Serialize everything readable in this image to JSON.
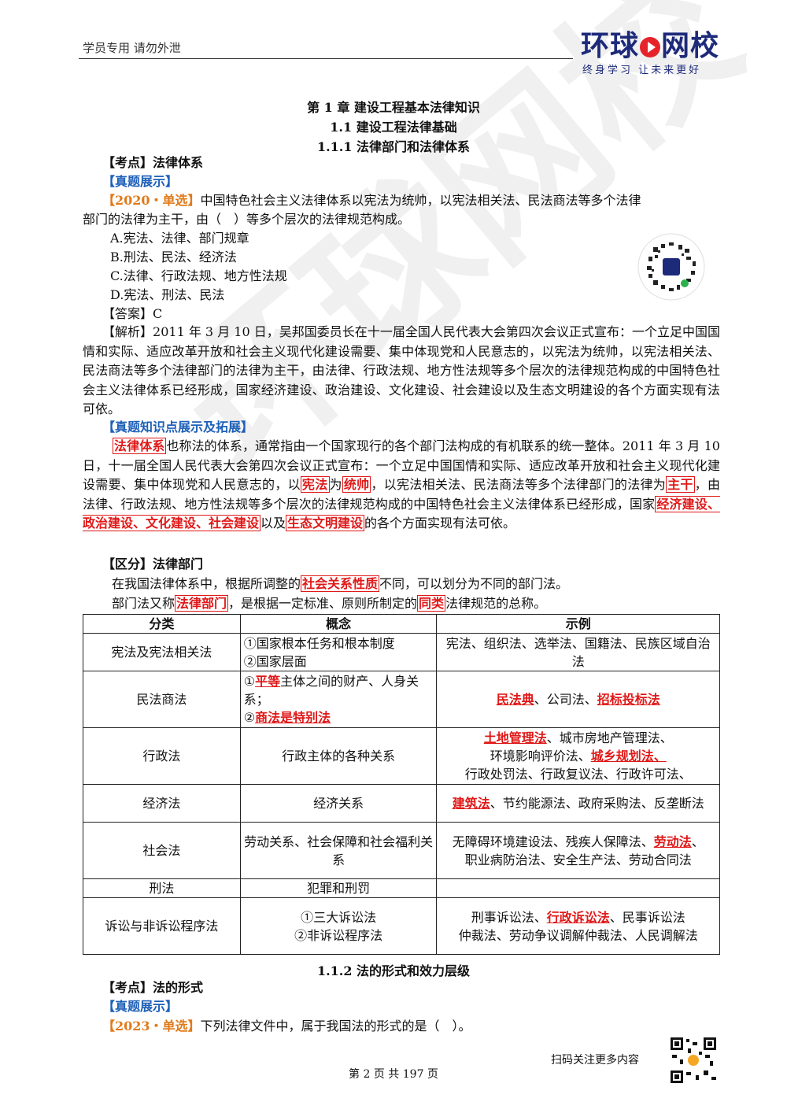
{
  "header": {
    "left_text": "学员专用 请勿外泄",
    "logo_main_a": "环球",
    "logo_main_b": "网校",
    "logo_sub": "终身学习 让未来更好"
  },
  "titles": {
    "chapter": "第 1 章 建设工程基本法律知识",
    "section": "1.1 建设工程法律基础",
    "subsection": "1.1.1 法律部门和法律体系",
    "subsection2": "1.1.2 法的形式和效力层级"
  },
  "kaodian1": {
    "bracket": "【考点】",
    "text": "法律体系"
  },
  "zhenti_label": "【真题展示】",
  "q1": {
    "tag": "【2020・单选】",
    "stem_line1": "中国特色社会主义法律体系以宪法为统帅，以宪法相关法、民法商法等多个法律",
    "stem_line2": "部门的法律为主干，由（　）等多个层次的法律规范构成。",
    "options": [
      "A.宪法、法律、部门规章",
      "B.刑法、民法、经济法",
      "C.法律、行政法规、地方性法规",
      "D.宪法、刑法、民法"
    ],
    "answer": "【答案】C",
    "analysis": "【解析】2011 年 3 月 10 日，吴邦国委员长在十一届全国人民代表大会第四次会议正式宣布：一个立足中国国情和实际、适应改革开放和社会主义现代化建设需要、集中体现党和人民意志的，以宪法为统帅，以宪法相关法、民法商法等多个法律部门的法律为主干，由法律、行政法规、地方性法规等多个层次的法律规范构成的中国特色社会主义法律体系已经形成，国家经济建设、政治建设、文化建设、社会建设以及生态文明建设的各个方面实现有法可依。"
  },
  "knowledge": {
    "label": "【真题知识点展示及拓展】",
    "hl1": "法律体系",
    "t1": "也称法的体系，通常指由一个国家现行的各个部门法构成的有机联系的统一整体。2011 年 3 月 10 日，十一届全国人民代表大会第四次会议正式宣布：一个立足中国国情和实际、适应改革开放和社会主义现代化建设需要、集中体现党和人民意志的，以",
    "hl2": "宪法",
    "t2": "为",
    "hl3": "统帅",
    "t3": "，以宪法相关法、民法商法等多个法律部门的法律为",
    "hl4": "主干",
    "t4": "，由法律、行政法规、地方性法规等多个层次的法律规范构成的中国特色社会主义法律体系已经形成，国家",
    "hl5": "经济建设、政治建设、文化建设、社会建设",
    "t5": "以及",
    "hl6": "生态文明建设",
    "t6": "的各个方面实现有法可依。"
  },
  "qufen": {
    "bracket": "【区分】",
    "text": "法律部门",
    "p1a": "在我国法律体系中，根据所调整的",
    "p1hl": "社会关系性质",
    "p1b": "不同，可以划分为不同的部门法。",
    "p2a": "部门法又称",
    "p2hl1": "法律部门",
    "p2b": "，是根据一定标准、原则所制定的",
    "p2hl2": "同类",
    "p2c": "法律规范的总称。"
  },
  "table": {
    "headers": [
      "分类",
      "概念",
      "示例"
    ],
    "r1": {
      "cat": "宪法及宪法相关法",
      "c1": "①国家根本任务和根本制度",
      "c2": "②国家层面",
      "ex": "宪法、组织法、选举法、国籍法、民族区域自治法"
    },
    "r2": {
      "cat": "民法商法",
      "c1a": "①",
      "c1r": "平等",
      "c1b": "主体之间的财产、人身关系；",
      "c2a": "②",
      "c2r": "商法是特别法",
      "exr1": "民法典",
      "exm": "、公司法、",
      "exr2": "招标投标法"
    },
    "r3": {
      "cat": "行政法",
      "concept": "行政主体的各种关系",
      "exr1": "土地管理法",
      "exm1": "、城市房地产管理法、",
      "exm2": "环境影响评价法、",
      "exr2": "城乡规划法、",
      "exm3": "行政处罚法、行政复议法、行政许可法、"
    },
    "r4": {
      "cat": "经济法",
      "concept": "经济关系",
      "exr1": "建筑法",
      "exm": "、节约能源法、政府采购法、反垄断法"
    },
    "r5": {
      "cat": "社会法",
      "concept": "劳动关系、社会保障和社会福利关系",
      "exm1": "无障碍环境建设法、残疾人保障法、",
      "exr1": "劳动法",
      "exm2": "、",
      "exm3": "职业病防治法、安全生产法、劳动合同法"
    },
    "r6": {
      "cat": "刑法",
      "concept": "犯罪和刑罚",
      "ex": ""
    },
    "r7": {
      "cat": "诉讼与非诉讼程序法",
      "c1": "①三大诉讼法",
      "c2": "②非诉讼程序法",
      "exm1": "刑事诉讼法、",
      "exr1": "行政诉讼法",
      "exm2": "、民事诉讼法",
      "exm3": "仲裁法、劳动争议调解仲裁法、人民调解法"
    }
  },
  "kaodian2": {
    "bracket": "【考点】",
    "text": "法的形式"
  },
  "q2": {
    "tag": "【2023・单选】",
    "stem": "下列法律文件中，属于我国法的形式的是（　）。"
  },
  "footer": {
    "page": "第 2 页 共 197 页",
    "qr_text": "扫码关注更多内容"
  },
  "watermark": "环球网校"
}
